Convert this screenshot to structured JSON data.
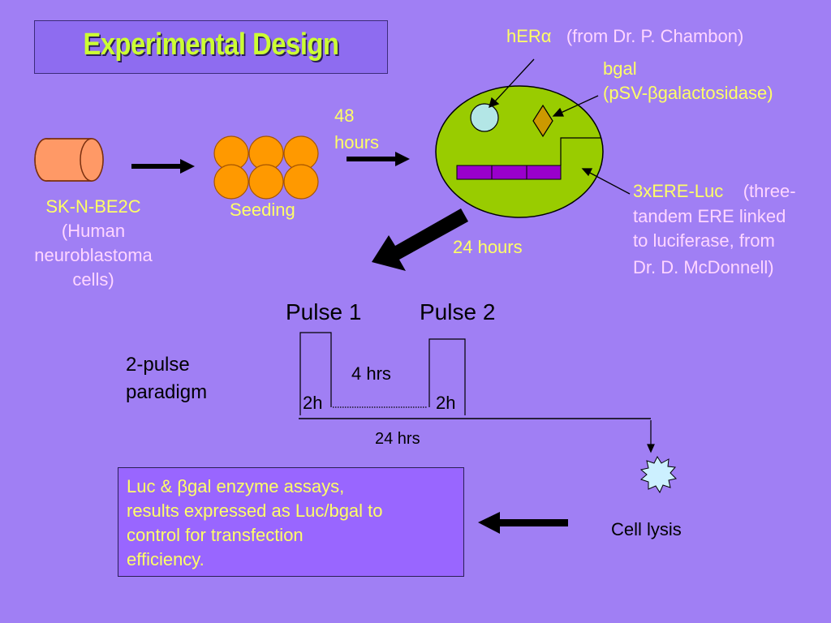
{
  "title": "Experimental Design",
  "her": {
    "label": "hERα",
    "source": "(from Dr. P. Chambon)"
  },
  "bgal": {
    "label": "bgal",
    "detail": "(pSV-βgalactosidase)"
  },
  "ere": {
    "label": "3xERE-Luc",
    "detail": "(three-",
    "line2": "tandem ERE linked",
    "line3": "to luciferase, from",
    "line4": "Dr. D. McDonnell)"
  },
  "cells": {
    "line1": "SK-N-BE2C",
    "line2": "(Human",
    "line3": "neuroblastoma",
    "line4": "cells)"
  },
  "seeding": "Seeding",
  "time_48": {
    "line1": "48",
    "line2": "hours"
  },
  "time_24": "24 hours",
  "pulse1": "Pulse 1",
  "pulse2": "Pulse 2",
  "paradigm": {
    "line1": "2-pulse",
    "line2": "paradigm"
  },
  "pulse_gap": "4 hrs",
  "pulse1_duration": "2h",
  "pulse2_duration": "2h",
  "total_time": "24 hrs",
  "cell_lysis": "Cell lysis",
  "assay": {
    "line1": "Luc & βgal enzyme assays,",
    "line2": "results expressed as Luc/bgal to",
    "line3": "control for transfection",
    "line4": "efficiency."
  },
  "colors": {
    "background": "#a07ff4",
    "title_text": "#ccff33",
    "yellow_text": "#ffff66",
    "pink_text": "#ffd6ff",
    "cell_green": "#99cc00",
    "seed_orange": "#ff9900",
    "cylinder": "#ff9966",
    "vector_purple": "#9900cc"
  }
}
